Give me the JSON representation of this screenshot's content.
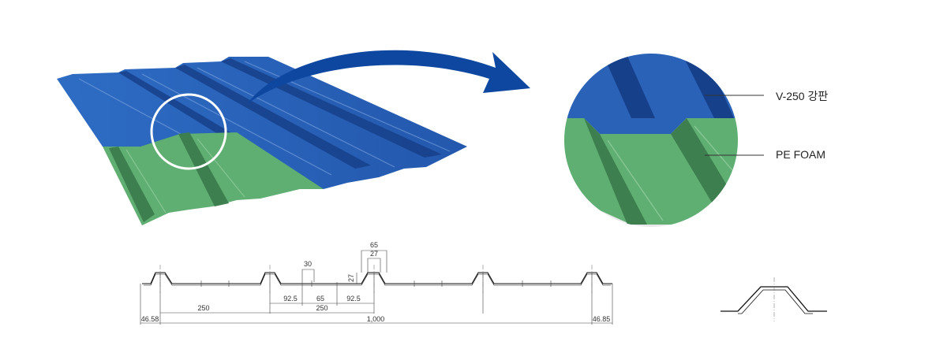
{
  "callouts": {
    "steel": "V-250 강판",
    "foam": "PE FOAM"
  },
  "dimensions": {
    "pitch_left": "250",
    "pitch_mid": "250",
    "total": "1,000",
    "edge_left": "46.58",
    "edge_right": "46.85",
    "seg_a": "92.5",
    "seg_b": "65",
    "seg_c": "92.5",
    "rib_top_small": "30",
    "rib_top": "65",
    "rib_top_inner": "27",
    "rib_height": "27"
  },
  "colors": {
    "steel_blue": "#2a62b8",
    "steel_dark": "#17408a",
    "foam_green": "#5fae72",
    "foam_dark": "#3d7f4e",
    "arrow": "#0e47a0"
  }
}
